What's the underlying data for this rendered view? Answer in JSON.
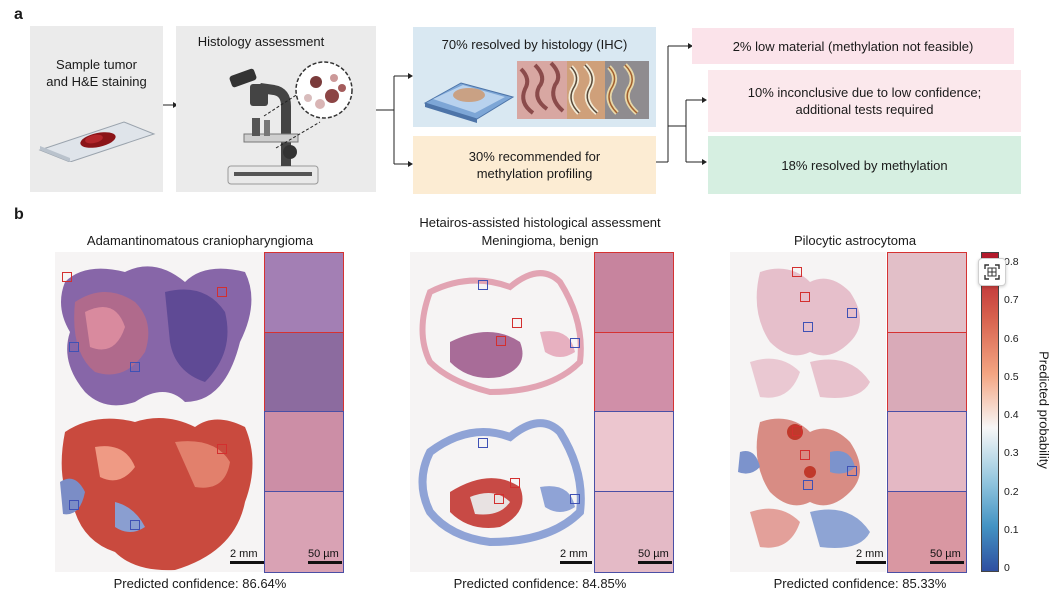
{
  "panel_a": {
    "letter": "a",
    "sample_label_line1": "Sample tumor",
    "sample_label_line2": "and H&E staining",
    "histology_title": "Histology assessment",
    "resolved_ihc": "70% resolved by histology (IHC)",
    "recommended_line1": "30% recommended for",
    "recommended_line2": "methylation profiling",
    "low_material": "2% low material (methylation not feasible)",
    "inconclusive_line1": "10% inconclusive due to low confidence;",
    "inconclusive_line2": "additional tests required",
    "resolved_methylation": "18% resolved by methylation",
    "colors": {
      "ihc_box": "#d9e8f2",
      "methylation_rec_box": "#fcecd3",
      "low_material_box": "#fbe3ea",
      "inconclusive_box": "#fbe8ec",
      "resolved_box": "#d6efe1",
      "grey_box": "#ebebeb"
    }
  },
  "panel_b": {
    "letter": "b",
    "assisted_title": "Hetairos-assisted histological assessment",
    "cases": [
      {
        "title": "Adamantinomatous craniopharyngioma",
        "confidence": "Predicted confidence: 86.64%",
        "scale_mm": "2 mm",
        "scale_um": "50 µm"
      },
      {
        "title": "Meningioma, benign",
        "confidence": "Predicted confidence: 84.85%",
        "scale_mm": "2 mm",
        "scale_um": "50 µm"
      },
      {
        "title": "Pilocytic astrocytoma",
        "confidence": "Predicted confidence: 85.33%",
        "scale_mm": "2 mm",
        "scale_um": "50 µm"
      }
    ],
    "colorbar": {
      "label": "Predicted probability",
      "ticks": [
        "0.8",
        "0.7",
        "0.6",
        "0.5",
        "0.4",
        "0.3",
        "0.2",
        "0.1",
        "0"
      ],
      "colors": {
        "high": "#b2182b",
        "mid": "#f7f7f7",
        "low": "#2f4fa0"
      }
    },
    "overlay_button_icon": "grid-scan-icon"
  }
}
